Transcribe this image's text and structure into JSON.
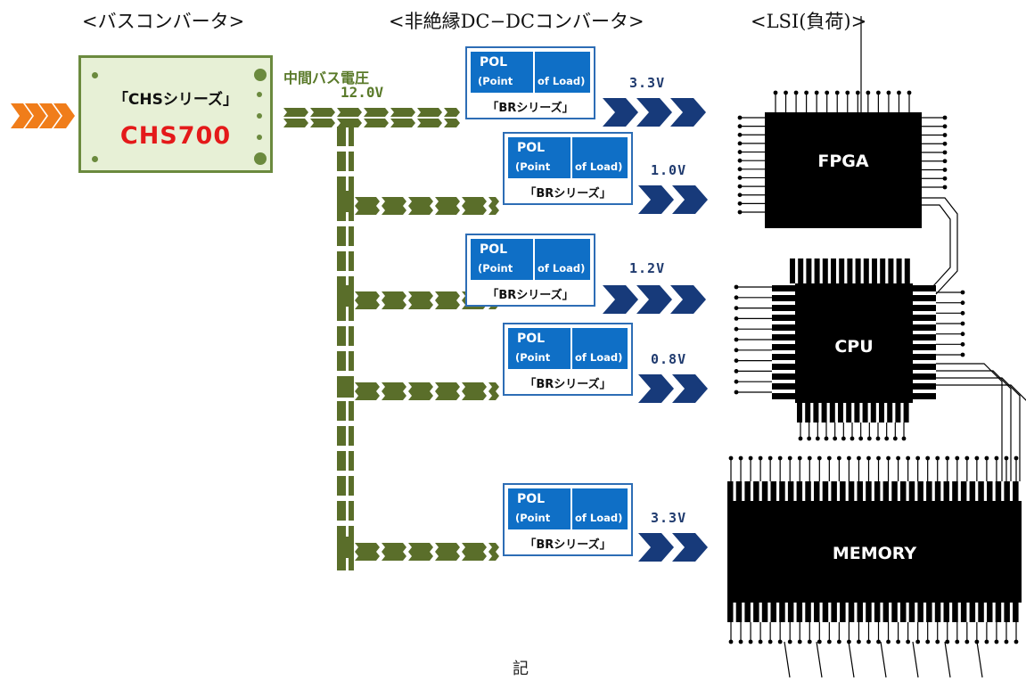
{
  "headers": {
    "bus_converter": "<バスコンバータ>",
    "non_isolated": "<非絶縁DC−DCコンバータ>",
    "lsi": "<LSI(負荷)>"
  },
  "bus_box": {
    "series": "「CHSシリーズ」",
    "model": "CHS700"
  },
  "intermediate_bus": {
    "label": "中間バス電圧",
    "voltage": "12.0V"
  },
  "pol_modules": [
    {
      "title": "POL",
      "sub_left": "(Point",
      "sub_right": "of Load)",
      "series": "「BRシリーズ」",
      "output": "3.3V"
    },
    {
      "title": "POL",
      "sub_left": "(Point",
      "sub_right": "of Load)",
      "series": "「BRシリーズ」",
      "output": "1.0V"
    },
    {
      "title": "POL",
      "sub_left": "(Point",
      "sub_right": "of Load)",
      "series": "「BRシリーズ」",
      "output": "1.2V"
    },
    {
      "title": "POL",
      "sub_left": "(Point",
      "sub_right": "of Load)",
      "series": "「BRシリーズ」",
      "output": "0.8V"
    },
    {
      "title": "POL",
      "sub_left": "(Point",
      "sub_right": "of Load)",
      "series": "「BRシリーズ」",
      "output": "3.3V"
    }
  ],
  "chips": {
    "fpga": "FPGA",
    "cpu": "CPU",
    "memory": "MEMORY"
  },
  "footer": "記",
  "colors": {
    "bus_green": "#5a6e2a",
    "pol_blue": "#0f6fc6",
    "arrow_navy": "#173a7a",
    "input_orange": "#f07d1a",
    "model_red": "#e41a1a"
  }
}
